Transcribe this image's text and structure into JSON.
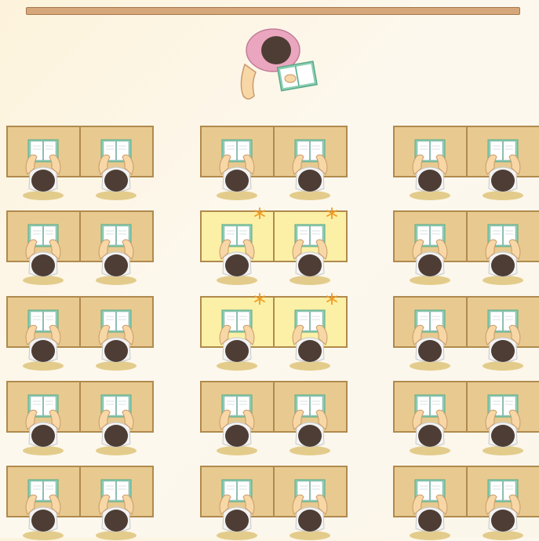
{
  "classroom": {
    "columns": 3,
    "rows": 5,
    "desks_per_group": 2,
    "highlighted": [
      [
        1,
        1
      ],
      [
        2,
        1
      ]
    ],
    "marker_symbol": "*",
    "colors": {
      "desk": "#e8ca90",
      "desk_highlight": "#fbf0a6",
      "marker": "#f29a1f",
      "hair": "#4e3d34",
      "shirt": "#ffffff",
      "skin": "#f8d7a6",
      "book": "#8ccfb3"
    }
  }
}
